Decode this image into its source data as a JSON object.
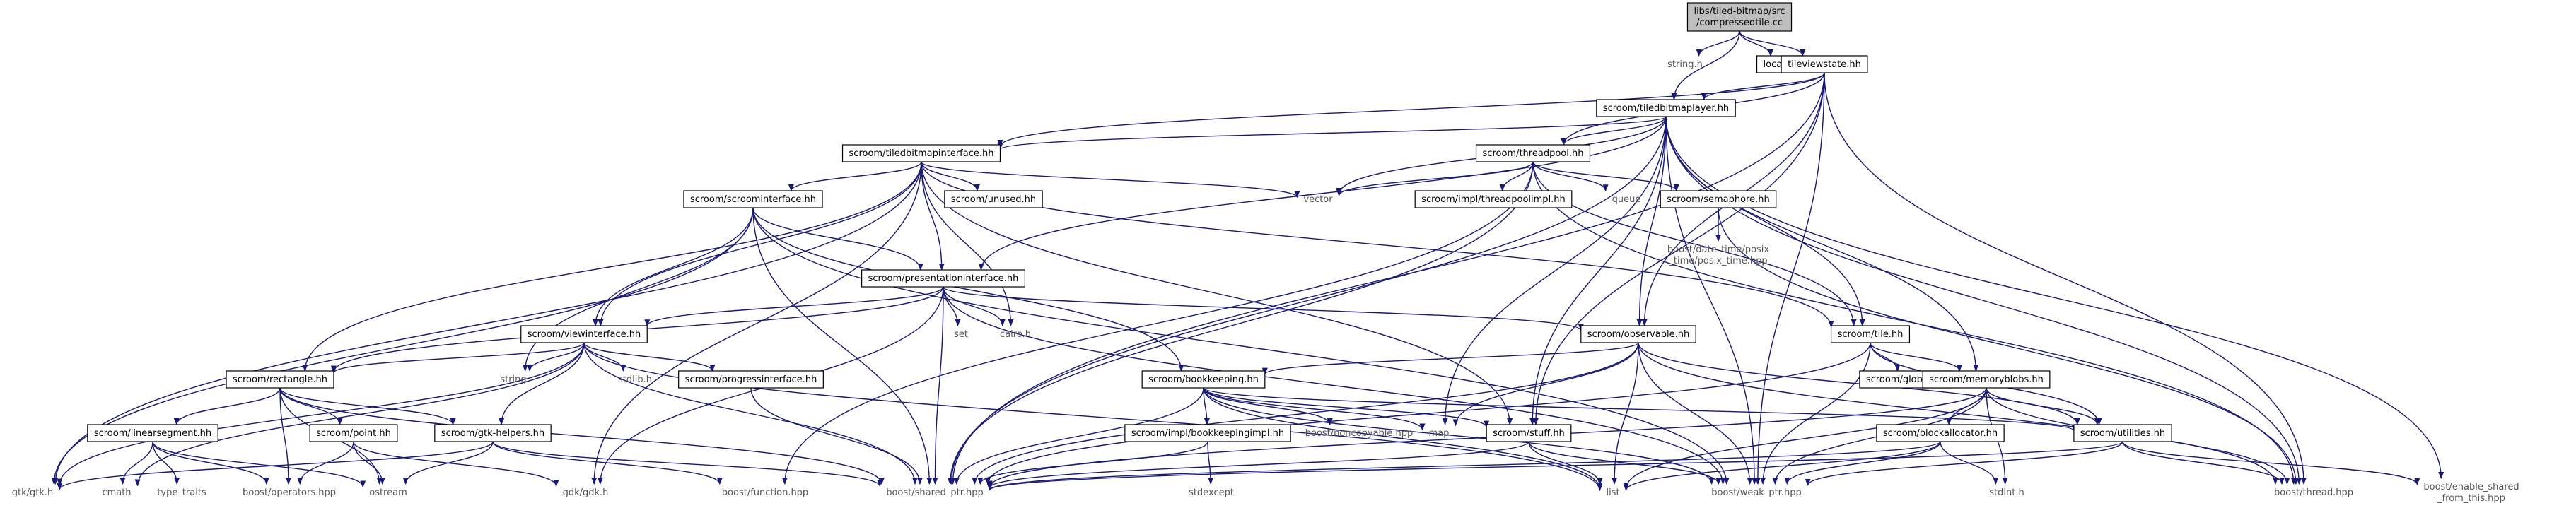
{
  "colors": {
    "edge": "#191970",
    "root_fill": "#bfbfbf",
    "box_fill": "#ffffff",
    "border": "#000000",
    "text": "#000000",
    "external_text": "#555555"
  },
  "nodes": [
    {
      "id": "root",
      "lines": [
        "libs/tiled-bitmap/src",
        "/compressedtile.cc"
      ],
      "style": "root"
    },
    {
      "id": "stringh",
      "lines": [
        "string.h"
      ],
      "style": "external"
    },
    {
      "id": "localhh",
      "lines": [
        "local.hh"
      ],
      "style": "box"
    },
    {
      "id": "tileviewstate",
      "lines": [
        "tileviewstate.hh"
      ],
      "style": "box"
    },
    {
      "id": "tiledbitmaplayer",
      "lines": [
        "scroom/tiledbitmaplayer.hh"
      ],
      "style": "box"
    },
    {
      "id": "tiledbitmapinterface",
      "lines": [
        "scroom/tiledbitmapinterface.hh"
      ],
      "style": "box"
    },
    {
      "id": "threadpool",
      "lines": [
        "scroom/threadpool.hh"
      ],
      "style": "box"
    },
    {
      "id": "vector",
      "lines": [
        "vector"
      ],
      "style": "external"
    },
    {
      "id": "scroominterface",
      "lines": [
        "scroom/scroominterface.hh"
      ],
      "style": "box"
    },
    {
      "id": "unused",
      "lines": [
        "scroom/unused.hh"
      ],
      "style": "box"
    },
    {
      "id": "threadpoolimpl",
      "lines": [
        "scroom/impl/threadpoolimpl.hh"
      ],
      "style": "box"
    },
    {
      "id": "queue",
      "lines": [
        "queue"
      ],
      "style": "external"
    },
    {
      "id": "semaphore",
      "lines": [
        "scroom/semaphore.hh"
      ],
      "style": "box"
    },
    {
      "id": "posixtime",
      "lines": [
        "boost/date_time/posix",
        "_time/posix_time.hpp"
      ],
      "style": "external"
    },
    {
      "id": "presentationinterface",
      "lines": [
        "scroom/presentationinterface.hh"
      ],
      "style": "box"
    },
    {
      "id": "set",
      "lines": [
        "set"
      ],
      "style": "external"
    },
    {
      "id": "cairo",
      "lines": [
        "cairo.h"
      ],
      "style": "external"
    },
    {
      "id": "observable",
      "lines": [
        "scroom/observable.hh"
      ],
      "style": "box"
    },
    {
      "id": "tilehh",
      "lines": [
        "scroom/tile.hh"
      ],
      "style": "box"
    },
    {
      "id": "viewinterface",
      "lines": [
        "scroom/viewinterface.hh"
      ],
      "style": "box"
    },
    {
      "id": "string",
      "lines": [
        "string"
      ],
      "style": "external"
    },
    {
      "id": "stdlib",
      "lines": [
        "stdlib.h"
      ],
      "style": "external"
    },
    {
      "id": "progressinterface",
      "lines": [
        "scroom/progressinterface.hh"
      ],
      "style": "box"
    },
    {
      "id": "rectangle",
      "lines": [
        "scroom/rectangle.hh"
      ],
      "style": "box"
    },
    {
      "id": "bookkeeping",
      "lines": [
        "scroom/bookkeeping.hh"
      ],
      "style": "box"
    },
    {
      "id": "global",
      "lines": [
        "scroom/global.hh"
      ],
      "style": "box"
    },
    {
      "id": "memoryblobs",
      "lines": [
        "scroom/memoryblobs.hh"
      ],
      "style": "box"
    },
    {
      "id": "linearsegment",
      "lines": [
        "scroom/linearsegment.hh"
      ],
      "style": "box"
    },
    {
      "id": "point",
      "lines": [
        "scroom/point.hh"
      ],
      "style": "box"
    },
    {
      "id": "gtkhelpers",
      "lines": [
        "scroom/gtk-helpers.hh"
      ],
      "style": "box"
    },
    {
      "id": "bookkeepingimpl",
      "lines": [
        "scroom/impl/bookkeepingimpl.hh"
      ],
      "style": "box"
    },
    {
      "id": "noncopyable",
      "lines": [
        "boost/noncopyable.hpp"
      ],
      "style": "external"
    },
    {
      "id": "map",
      "lines": [
        "map"
      ],
      "style": "external"
    },
    {
      "id": "stuff",
      "lines": [
        "scroom/stuff.hh"
      ],
      "style": "box"
    },
    {
      "id": "blockallocator",
      "lines": [
        "scroom/blockallocator.hh"
      ],
      "style": "box"
    },
    {
      "id": "utilities",
      "lines": [
        "scroom/utilities.hh"
      ],
      "style": "box"
    },
    {
      "id": "gtkh",
      "lines": [
        "gtk/gtk.h"
      ],
      "style": "external"
    },
    {
      "id": "cmath",
      "lines": [
        "cmath"
      ],
      "style": "external"
    },
    {
      "id": "typetraits",
      "lines": [
        "type_traits"
      ],
      "style": "external"
    },
    {
      "id": "operators",
      "lines": [
        "boost/operators.hpp"
      ],
      "style": "external"
    },
    {
      "id": "ostream",
      "lines": [
        "ostream"
      ],
      "style": "external"
    },
    {
      "id": "gdkh",
      "lines": [
        "gdk/gdk.h"
      ],
      "style": "external"
    },
    {
      "id": "function",
      "lines": [
        "boost/function.hpp"
      ],
      "style": "external"
    },
    {
      "id": "sharedptr",
      "lines": [
        "boost/shared_ptr.hpp"
      ],
      "style": "external"
    },
    {
      "id": "stdexcept",
      "lines": [
        "stdexcept"
      ],
      "style": "external"
    },
    {
      "id": "list",
      "lines": [
        "list"
      ],
      "style": "external"
    },
    {
      "id": "weakptr",
      "lines": [
        "boost/weak_ptr.hpp"
      ],
      "style": "external"
    },
    {
      "id": "stdint",
      "lines": [
        "stdint.h"
      ],
      "style": "external"
    },
    {
      "id": "thread",
      "lines": [
        "boost/thread.hpp"
      ],
      "style": "external"
    },
    {
      "id": "enableshared",
      "lines": [
        "boost/enable_shared",
        "_from_this.hpp"
      ],
      "style": "external"
    }
  ],
  "edges": [
    [
      "root",
      "stringh"
    ],
    [
      "root",
      "localhh"
    ],
    [
      "root",
      "tileviewstate"
    ],
    [
      "root",
      "tiledbitmaplayer"
    ],
    [
      "tileviewstate",
      "tiledbitmaplayer"
    ],
    [
      "tileviewstate",
      "tiledbitmapinterface"
    ],
    [
      "tileviewstate",
      "threadpool"
    ],
    [
      "tileviewstate",
      "observable"
    ],
    [
      "tileviewstate",
      "stuff"
    ],
    [
      "tileviewstate",
      "thread"
    ],
    [
      "tileviewstate",
      "weakptr"
    ],
    [
      "tileviewstate",
      "sharedptr"
    ],
    [
      "tiledbitmaplayer",
      "tiledbitmapinterface"
    ],
    [
      "tiledbitmaplayer",
      "threadpool"
    ],
    [
      "tiledbitmaplayer",
      "vector"
    ],
    [
      "tiledbitmaplayer",
      "presentationinterface"
    ],
    [
      "tiledbitmaplayer",
      "observable"
    ],
    [
      "tiledbitmaplayer",
      "tilehh"
    ],
    [
      "tiledbitmaplayer",
      "memoryblobs"
    ],
    [
      "tiledbitmaplayer",
      "stuff"
    ],
    [
      "tiledbitmaplayer",
      "map"
    ],
    [
      "tiledbitmaplayer",
      "sharedptr"
    ],
    [
      "tiledbitmaplayer",
      "weakptr"
    ],
    [
      "tiledbitmaplayer",
      "thread"
    ],
    [
      "tiledbitmaplayer",
      "enableshared"
    ],
    [
      "tiledbitmapinterface",
      "scroominterface"
    ],
    [
      "tiledbitmapinterface",
      "unused"
    ],
    [
      "tiledbitmapinterface",
      "vector"
    ],
    [
      "tiledbitmapinterface",
      "presentationinterface"
    ],
    [
      "tiledbitmapinterface",
      "viewinterface"
    ],
    [
      "tiledbitmapinterface",
      "rectangle"
    ],
    [
      "tiledbitmapinterface",
      "cairo"
    ],
    [
      "tiledbitmapinterface",
      "gtkh"
    ],
    [
      "tiledbitmapinterface",
      "stuff"
    ],
    [
      "tiledbitmapinterface",
      "tilehh"
    ],
    [
      "tiledbitmapinterface",
      "gdkh"
    ],
    [
      "threadpool",
      "vector"
    ],
    [
      "threadpool",
      "threadpoolimpl"
    ],
    [
      "threadpool",
      "queue"
    ],
    [
      "threadpool",
      "semaphore"
    ],
    [
      "threadpool",
      "function"
    ],
    [
      "threadpool",
      "sharedptr"
    ],
    [
      "threadpool",
      "thread"
    ],
    [
      "threadpool",
      "tilehh"
    ],
    [
      "semaphore",
      "posixtime"
    ],
    [
      "semaphore",
      "thread"
    ],
    [
      "scroominterface",
      "presentationinterface"
    ],
    [
      "scroominterface",
      "viewinterface"
    ],
    [
      "scroominterface",
      "gtkh"
    ],
    [
      "scroominterface",
      "string"
    ],
    [
      "scroominterface",
      "bookkeeping"
    ],
    [
      "scroominterface",
      "sharedptr"
    ],
    [
      "scroominterface",
      "weakptr"
    ],
    [
      "presentationinterface",
      "set"
    ],
    [
      "presentationinterface",
      "cairo"
    ],
    [
      "presentationinterface",
      "observable"
    ],
    [
      "presentationinterface",
      "viewinterface"
    ],
    [
      "presentationinterface",
      "rectangle"
    ],
    [
      "presentationinterface",
      "gdkh"
    ],
    [
      "presentationinterface",
      "sharedptr"
    ],
    [
      "presentationinterface",
      "weakptr"
    ],
    [
      "observable",
      "bookkeeping"
    ],
    [
      "observable",
      "list"
    ],
    [
      "observable",
      "map"
    ],
    [
      "observable",
      "sharedptr"
    ],
    [
      "observable",
      "weakptr"
    ],
    [
      "observable",
      "utilities"
    ],
    [
      "observable",
      "thread"
    ],
    [
      "tilehh",
      "global"
    ],
    [
      "tilehh",
      "memoryblobs"
    ],
    [
      "tilehh",
      "utilities"
    ],
    [
      "tilehh",
      "sharedptr"
    ],
    [
      "tilehh",
      "weakptr"
    ],
    [
      "viewinterface",
      "string"
    ],
    [
      "viewinterface",
      "stdlib"
    ],
    [
      "viewinterface",
      "progressinterface"
    ],
    [
      "viewinterface",
      "rectangle"
    ],
    [
      "viewinterface",
      "gtkhelpers"
    ],
    [
      "viewinterface",
      "gtkh"
    ],
    [
      "viewinterface",
      "cmath"
    ],
    [
      "viewinterface",
      "sharedptr"
    ],
    [
      "viewinterface",
      "list"
    ],
    [
      "progressinterface",
      "sharedptr"
    ],
    [
      "rectangle",
      "linearsegment"
    ],
    [
      "rectangle",
      "point"
    ],
    [
      "rectangle",
      "gtkhelpers"
    ],
    [
      "rectangle",
      "ostream"
    ],
    [
      "rectangle",
      "operators"
    ],
    [
      "rectangle",
      "sharedptr"
    ],
    [
      "linearsegment",
      "cmath"
    ],
    [
      "linearsegment",
      "typetraits"
    ],
    [
      "linearsegment",
      "operators"
    ],
    [
      "linearsegment",
      "ostream"
    ],
    [
      "point",
      "operators"
    ],
    [
      "point",
      "ostream"
    ],
    [
      "point",
      "gdkh"
    ],
    [
      "gtkhelpers",
      "gtkh"
    ],
    [
      "gtkhelpers",
      "ostream"
    ],
    [
      "gtkhelpers",
      "function"
    ],
    [
      "gtkhelpers",
      "sharedptr"
    ],
    [
      "bookkeeping",
      "bookkeepingimpl"
    ],
    [
      "bookkeeping",
      "noncopyable"
    ],
    [
      "bookkeeping",
      "map"
    ],
    [
      "bookkeeping",
      "stuff"
    ],
    [
      "bookkeeping",
      "list"
    ],
    [
      "bookkeeping",
      "sharedptr"
    ],
    [
      "bookkeeping",
      "weakptr"
    ],
    [
      "bookkeeping",
      "utilities"
    ],
    [
      "bookkeepingimpl",
      "stdexcept"
    ],
    [
      "bookkeepingimpl",
      "sharedptr"
    ],
    [
      "memoryblobs",
      "blockallocator"
    ],
    [
      "memoryblobs",
      "utilities"
    ],
    [
      "memoryblobs",
      "list"
    ],
    [
      "memoryblobs",
      "stdint"
    ],
    [
      "memoryblobs",
      "sharedptr"
    ],
    [
      "memoryblobs",
      "weakptr"
    ],
    [
      "memoryblobs",
      "thread"
    ],
    [
      "stuff",
      "list"
    ],
    [
      "stuff",
      "sharedptr"
    ],
    [
      "stuff",
      "weakptr"
    ],
    [
      "blockallocator",
      "list"
    ],
    [
      "blockallocator",
      "stdint"
    ],
    [
      "blockallocator",
      "sharedptr"
    ],
    [
      "blockallocator",
      "weakptr"
    ],
    [
      "utilities",
      "sharedptr"
    ],
    [
      "utilities",
      "weakptr"
    ],
    [
      "utilities",
      "thread"
    ],
    [
      "utilities",
      "enableshared"
    ]
  ]
}
